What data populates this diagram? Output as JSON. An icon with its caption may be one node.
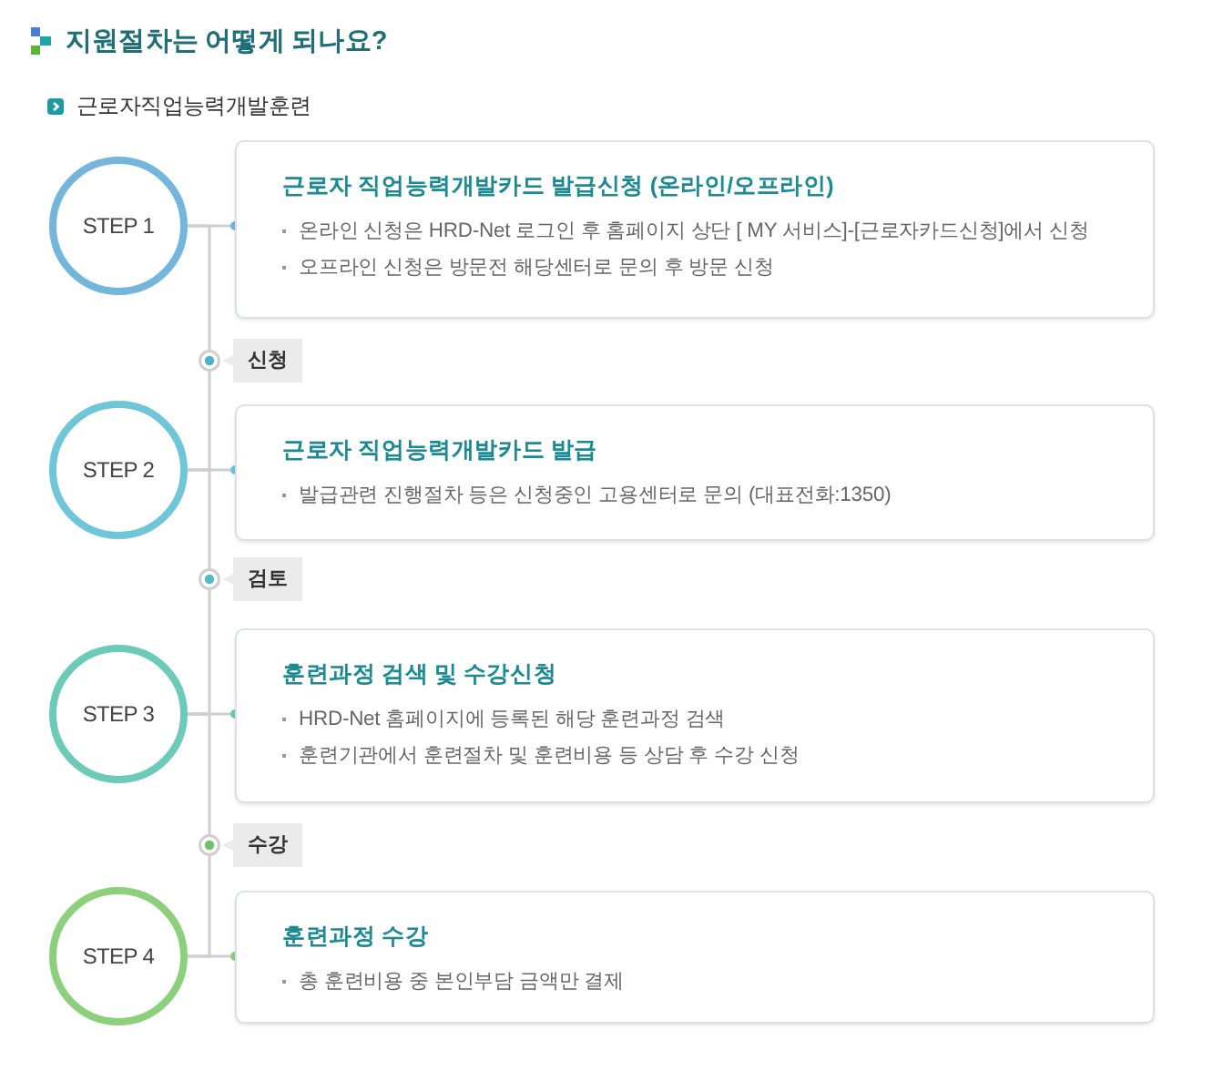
{
  "diagram": {
    "title": "지원절차는 어떻게 되나요?",
    "nodes": [
      {
        "text": [
          "STEP 1"
        ]
      },
      {
        "text": [
          "근로자 직업능력개발카드 발급신청 (온라인/오프라인)",
          "온라인 신청은 HRD-Net 로그인 후 홈페이지 상단 [ MY 서비스]-[근로자카드신청]에서 신청",
          "오프라인 신청은 방문전 해당센터로 문의 후 방문 신청"
        ]
      },
      {
        "text": [
          "STEP 2"
        ]
      },
      {
        "text": [
          "근로자 직업능력개발카드 발급",
          "발급관련 진행절차 등은 신청중인 고용센터로 문의 (대표전화:1350)"
        ]
      },
      {
        "text": [
          "STEP 3"
        ]
      },
      {
        "text": [
          "훈련과정 검색 및 수강신청",
          "HRD-Net 홈페이지에 등록된 해당 훈련과정 검색",
          "훈련기관에서 훈련절차 및 훈련비용 등 상담 후 수강 신청"
        ]
      },
      {
        "text": [
          "STEP 4"
        ]
      },
      {
        "text": [
          "훈련과정 수강",
          "총 훈련비용 중 본인부담 금액만 결제"
        ]
      }
    ],
    "edges": [
      {
        "from": 0,
        "to": 1,
        "arrow": "other"
      },
      {
        "from": 0,
        "to": 2,
        "arrow": "none",
        "label": "신청"
      },
      {
        "from": 2,
        "to": 3,
        "arrow": "other"
      },
      {
        "from": 2,
        "to": 4,
        "arrow": "none",
        "label": "검토"
      },
      {
        "from": 4,
        "to": 5,
        "arrow": "other"
      },
      {
        "from": 4,
        "to": 6,
        "arrow": "none",
        "label": "수강"
      },
      {
        "from": 6,
        "to": 7,
        "arrow": "other"
      }
    ],
    "labels": [
      "근로자직업능력개발훈련"
    ]
  }
}
